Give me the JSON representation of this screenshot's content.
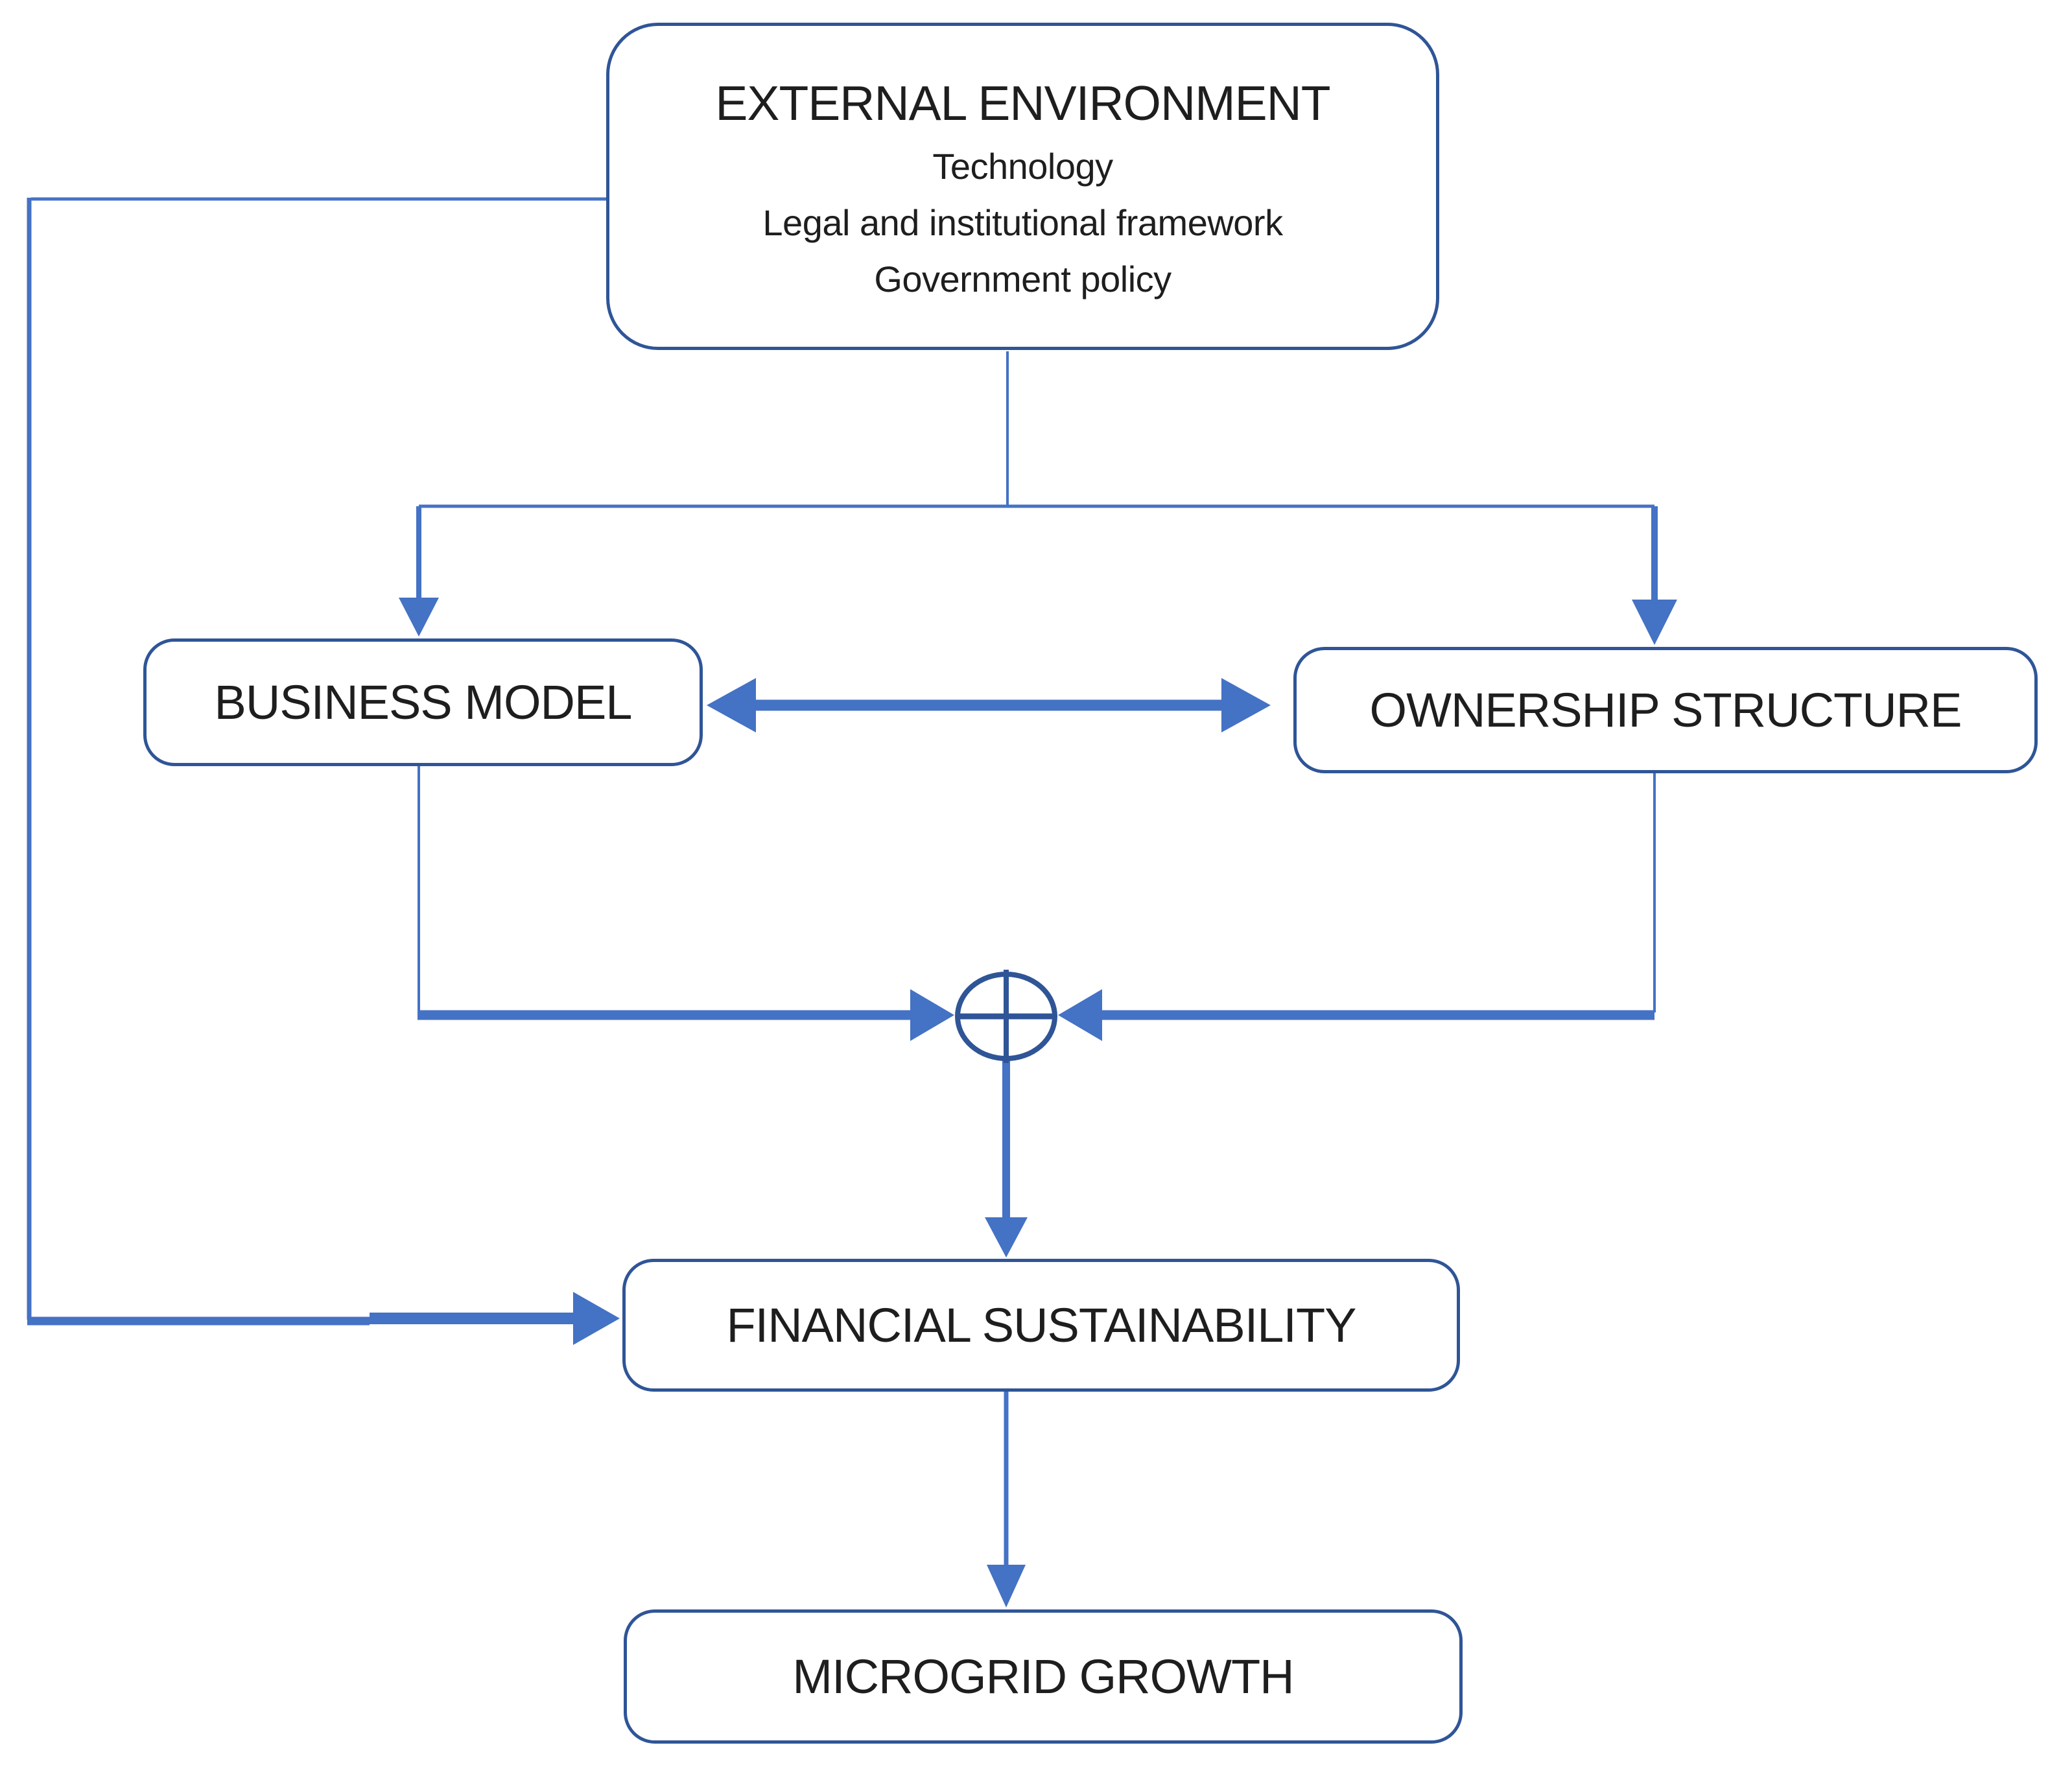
{
  "diagram": {
    "type": "flowchart",
    "background": "#FFFFFF",
    "colors": {
      "connector_blue": "#4472C4",
      "border_dark_blue": "#2F5597",
      "text": "#1E1E1E"
    },
    "nodes": {
      "external_environment": {
        "title": "EXTERNAL ENVIRONMENT",
        "items": [
          "Technology",
          "Legal and institutional framework",
          "Government policy"
        ]
      },
      "business_model": {
        "label": "BUSINESS MODEL"
      },
      "ownership_structure": {
        "label": "OWNERSHIP STRUCTURE"
      },
      "financial_sustainability": {
        "label": "FINANCIAL SUSTAINABILITY"
      },
      "microgrid_growth": {
        "label": "MICROGRID GROWTH"
      }
    },
    "junction": {
      "symbol": "crossed-circle-summing-junction"
    },
    "edges": [
      {
        "from": "external_environment",
        "to": "business_model",
        "type": "arrow"
      },
      {
        "from": "external_environment",
        "to": "ownership_structure",
        "type": "arrow"
      },
      {
        "from": "business_model",
        "to": "ownership_structure",
        "type": "double-arrow"
      },
      {
        "from": "business_model",
        "to": "summing_junction",
        "type": "arrow"
      },
      {
        "from": "ownership_structure",
        "to": "summing_junction",
        "type": "arrow"
      },
      {
        "from": "summing_junction",
        "to": "financial_sustainability",
        "type": "arrow"
      },
      {
        "from": "external_environment",
        "to": "financial_sustainability",
        "type": "arrow-feedback-left-side"
      },
      {
        "from": "financial_sustainability",
        "to": "microgrid_growth",
        "type": "arrow"
      }
    ]
  }
}
